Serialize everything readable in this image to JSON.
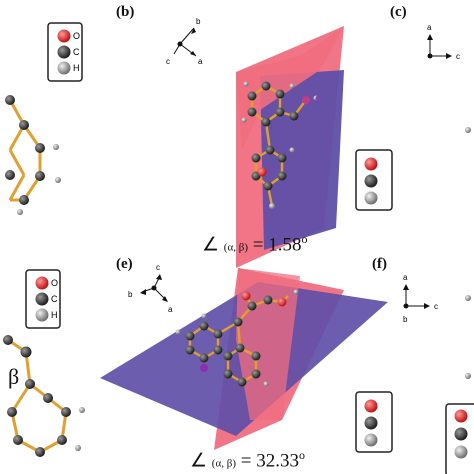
{
  "panels": {
    "b": {
      "label": "(b)"
    },
    "c": {
      "label": "(c)"
    },
    "e": {
      "label": "(e)"
    },
    "f": {
      "label": "(f)"
    }
  },
  "atom_legend": {
    "o": "O",
    "c": "C",
    "h": "H"
  },
  "axes": {
    "b": {
      "a": "a",
      "b": "b",
      "c": "c"
    },
    "c": {
      "a": "a",
      "c": "c"
    },
    "e": {
      "a": "a",
      "b": "b",
      "c": "c"
    },
    "f": {
      "a": "a",
      "b": "b",
      "c": "c"
    }
  },
  "angles": {
    "top": {
      "symbol": "∠",
      "sub": "(α, β)",
      "eq": "= 1.58",
      "deg": "o"
    },
    "bottom": {
      "symbol": "∠",
      "sub": "(α, β)",
      "eq": "= 32.33",
      "deg": "o"
    }
  },
  "beta_label": "β",
  "colors": {
    "plane_red": "#f06e80",
    "plane_blue": "#5f4fa8",
    "bond": "#e0a030",
    "oxygen": "#e02020",
    "carbon": "#3a3a3a",
    "hydrogen": "#8a8a8a"
  }
}
